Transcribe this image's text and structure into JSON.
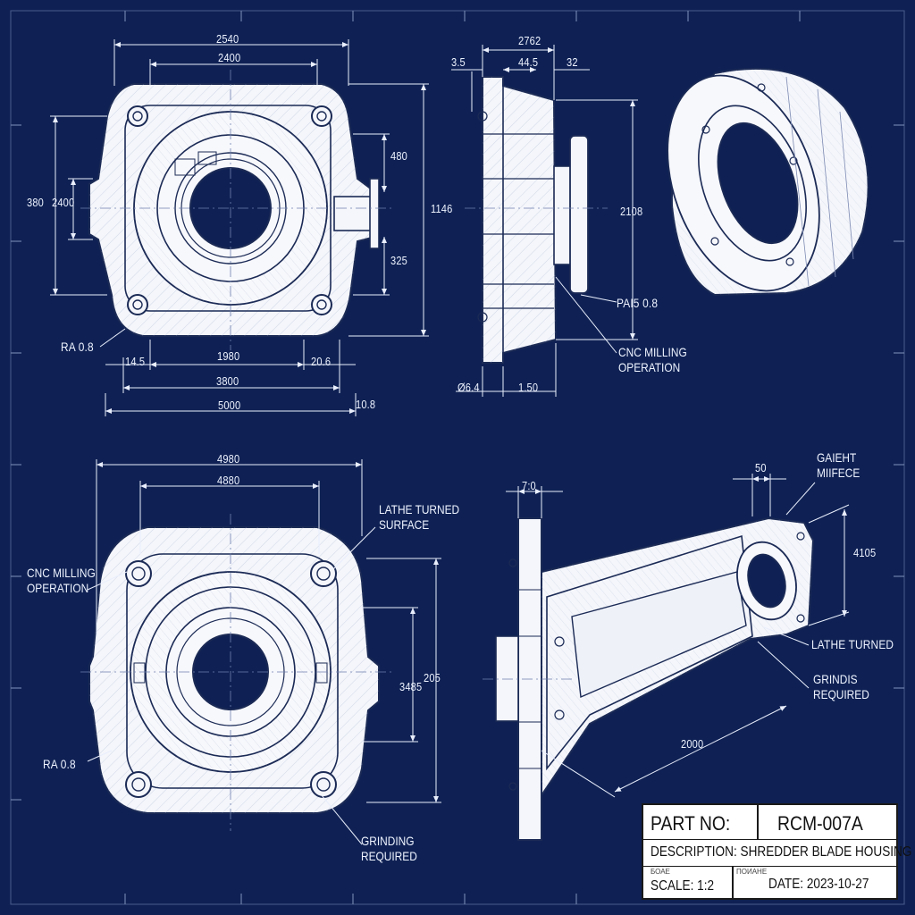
{
  "views": {
    "front_top": {
      "dims": {
        "overall_top": "2540",
        "inner_top": "2400",
        "height_outer": "380",
        "height_inner": "2400",
        "upper_right": "480",
        "lower_right": "325",
        "right_total": "1146",
        "bottom_left": "14.5",
        "bottom_mid": "1980",
        "bottom_right": "20.6",
        "bottom_span": "3800",
        "bottom_total": "5000",
        "bottom_tail": "10.8"
      },
      "notes": {
        "roughness": "RA 0.8"
      }
    },
    "side_top": {
      "dims": {
        "left": "3.5",
        "mid": "44.5",
        "top_total": "2762",
        "right": "32",
        "height": "2108",
        "dia": "Ø6.4",
        "base": "1.50"
      },
      "notes": {
        "finish": "PAΙ5 0.8",
        "milling": "CNC MILLING\nOPERATION"
      }
    },
    "front_bottom": {
      "dims": {
        "overall_top": "4980",
        "inner_top": "4880",
        "right_inner": "3485",
        "right_outer": "205"
      },
      "notes": {
        "lathe": "LATHE TURNED\nSURFACE",
        "milling": "CNC MILLING\nOPERATION",
        "roughness": "RA 0.8",
        "grinding": "GRINDING\nREQUIRED"
      }
    },
    "iso_bottom": {
      "dims": {
        "top_small": "7:0",
        "top_right": "50",
        "right_height": "4105",
        "diag_length": "2000"
      },
      "notes": {
        "gasket": "GAIEHT\nMIIFECE",
        "lathe": "LATHE TURNED",
        "grinds": "GRINDIS\nREQUIRED"
      }
    }
  },
  "title_block": {
    "part_no_label": "PART NO:",
    "part_no_value": "RCM-007A",
    "description": "DESCRIPTION: SHREDDER BLADE HOUSING",
    "scale_tiny": "БОАЕ",
    "scale": "SCALE: 1:2",
    "date_tiny": "ПОИАНЕ",
    "date": "DATE: 2023-10-27"
  },
  "colors": {
    "background": "#0f2154",
    "line": "#e9eefc",
    "part_fill": "#f4f6fb",
    "title_block_bg": "#ffffff"
  }
}
